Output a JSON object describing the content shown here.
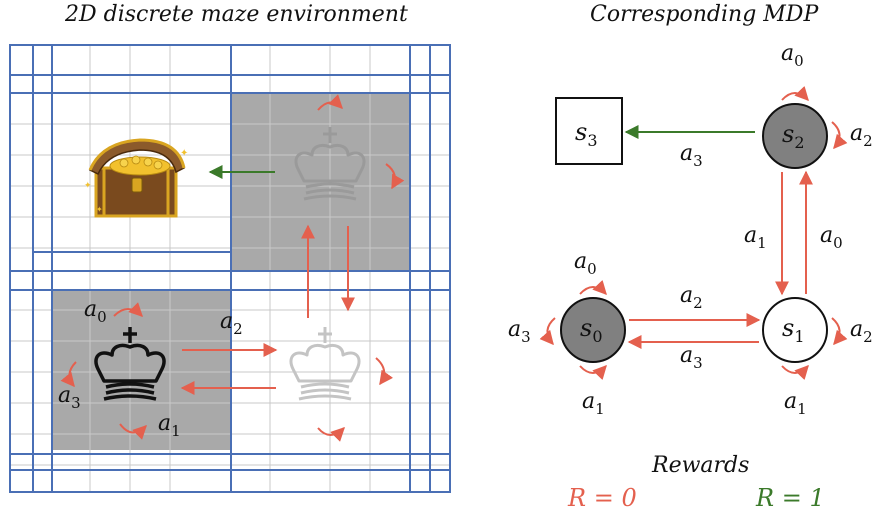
{
  "titles": {
    "left": "2D discrete maze environment",
    "right": "Corresponding MDP"
  },
  "maze": {
    "action_labels": {
      "a0": {
        "base": "a",
        "sub": "0"
      },
      "a1": {
        "base": "a",
        "sub": "1"
      },
      "a2": {
        "base": "a",
        "sub": "2"
      },
      "a3": {
        "base": "a",
        "sub": "3"
      }
    },
    "pieces": [
      "king-black",
      "king-light",
      "king-ghost"
    ],
    "goal_icon": "treasure-chest-icon"
  },
  "mdp": {
    "states": [
      {
        "id": "s0",
        "base": "s",
        "sub": "0",
        "fill": "#808080"
      },
      {
        "id": "s1",
        "base": "s",
        "sub": "1",
        "fill": "#ffffff"
      },
      {
        "id": "s2",
        "base": "s",
        "sub": "2",
        "fill": "#808080"
      },
      {
        "id": "s3",
        "base": "s",
        "sub": "3",
        "fill": "#ffffff"
      }
    ],
    "transition_labels": {
      "s0_a0": {
        "base": "a",
        "sub": "0"
      },
      "s0_a1": {
        "base": "a",
        "sub": "1"
      },
      "s0_a2": {
        "base": "a",
        "sub": "2"
      },
      "s0_a3": {
        "base": "a",
        "sub": "3"
      },
      "s1_a1": {
        "base": "a",
        "sub": "1"
      },
      "s1_a2": {
        "base": "a",
        "sub": "2"
      },
      "s1_s2_a0": {
        "base": "a",
        "sub": "0"
      },
      "s1_s0_a3": {
        "base": "a",
        "sub": "3"
      },
      "s2_a0": {
        "base": "a",
        "sub": "0"
      },
      "s2_a2": {
        "base": "a",
        "sub": "2"
      },
      "s2_s1_a1": {
        "base": "a",
        "sub": "1"
      },
      "s2_s3_a3": {
        "base": "a",
        "sub": "3"
      }
    }
  },
  "rewards": {
    "title": "Rewards",
    "zero": "R = 0",
    "one": "R = 1"
  },
  "colors": {
    "red": "#e4604e",
    "green": "#3b7a2a",
    "blue_wall": "#4a6fb5",
    "grid": "#c9c9c9",
    "shade": "#a9a9a9"
  }
}
